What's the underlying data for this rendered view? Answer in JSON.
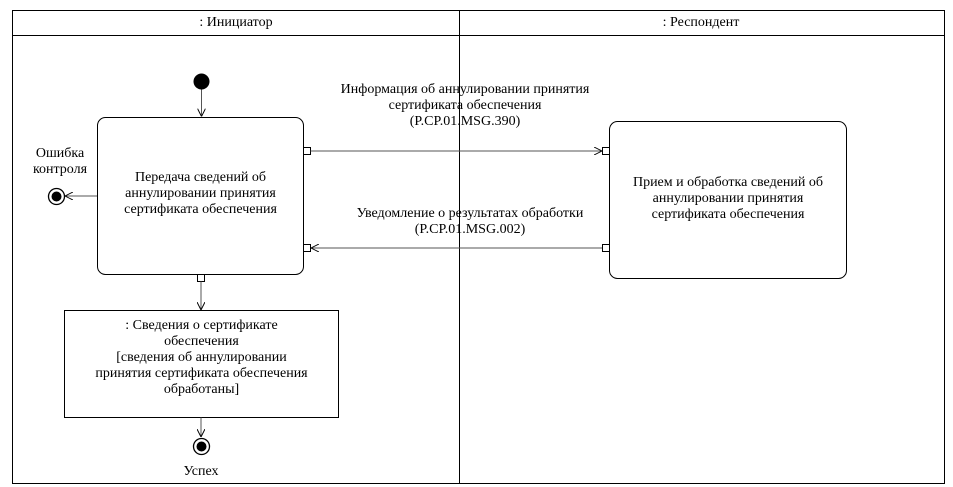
{
  "lanes": {
    "initiator": ": Инициатор",
    "respondent": ": Респондент"
  },
  "nodes": {
    "transfer_action": [
      "Передача сведений об",
      "аннулировании принятия",
      "сертификата обеспечения"
    ],
    "receive_action": [
      "Прием и обработка сведений об",
      "аннулировании принятия",
      "сертификата обеспечения"
    ],
    "object_node": [
      ": Сведения о сертификате",
      "обеспечения",
      "[сведения об аннулировании",
      "принятия сертификата обеспечения",
      "обработаны]"
    ],
    "error_final": [
      "Ошибка",
      "контроля"
    ],
    "success_final": "Успех"
  },
  "flows": {
    "msg_390": [
      "Информация об аннулировании принятия",
      "сертификата обеспечения",
      "(P.CP.01.MSG.390)"
    ],
    "msg_002": [
      "Уведомление о результатах обработки",
      "(P.CP.01.MSG.002)"
    ]
  }
}
